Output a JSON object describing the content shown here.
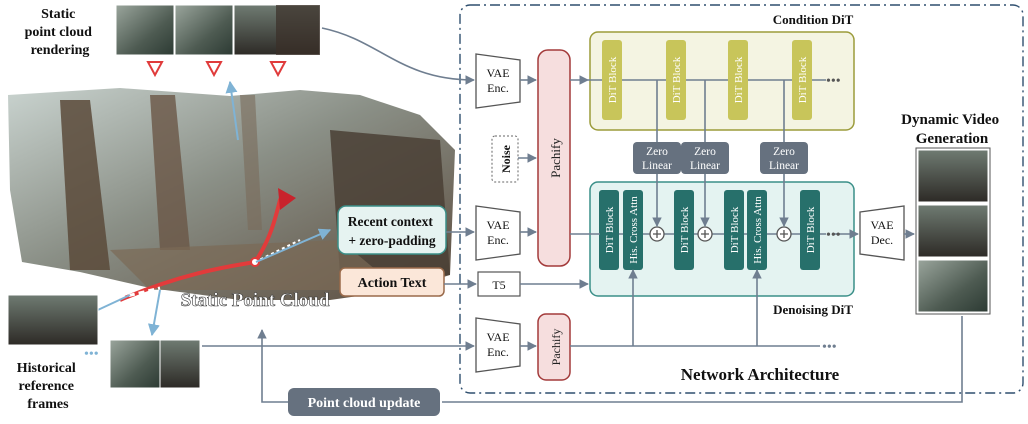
{
  "labels": {
    "static_render": [
      "Static",
      "point cloud",
      "rendering"
    ],
    "historical": [
      "Historical",
      "reference",
      "frames"
    ],
    "static_point_cloud": "Static Point Cloud",
    "recent_context": [
      "Recent context",
      "+ zero-padding"
    ],
    "action_text": "Action Text",
    "point_cloud_update": "Point cloud update",
    "network_architecture": "Network Architecture",
    "condition_dit": "Condition DiT",
    "denoising_dit": "Denoising DiT",
    "dynamic_video": [
      "Dynamic Video",
      "Generation"
    ],
    "noise": "Noise",
    "pachify": "Pachify",
    "vae_enc": [
      "VAE",
      "Enc."
    ],
    "vae_dec": [
      "VAE",
      "Dec."
    ],
    "t5": "T5",
    "dit_block": "DiT Block",
    "his_cross_attn": "His. Cross Attn",
    "zero_linear": [
      "Zero",
      "Linear"
    ],
    "dots": "•••"
  },
  "colors": {
    "dashed_border": "#2f4f6f",
    "condition_fill": "#f4f4e2",
    "condition_stroke": "#9b9b3a",
    "condition_block": "#c8c55a",
    "denoise_fill": "#e4f3f1",
    "denoise_stroke": "#3a8f88",
    "denoise_block": "#27706b",
    "pachify_fill": "#f6dede",
    "pachify_stroke": "#a33a3a",
    "gray_box": "#66717f",
    "arrow": "#6f7e90",
    "action_fill": "#fbe7d9",
    "recent_fill": "#e6f3f1"
  }
}
